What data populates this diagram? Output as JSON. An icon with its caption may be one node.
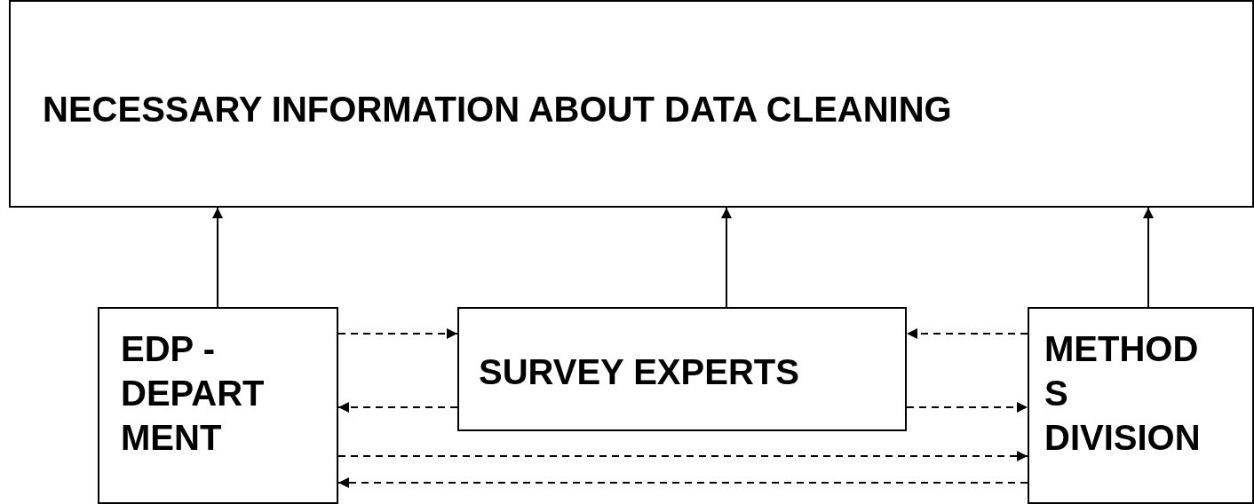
{
  "diagram": {
    "nodes": [
      {
        "text": [
          "NECESSARY INFORMATION ABOUT DATA CLEANING"
        ]
      },
      {
        "text": [
          "EDP - DEPART MENT"
        ]
      },
      {
        "text": [
          "SURVEY EXPERTS"
        ]
      },
      {
        "text": [
          "METHOD S DIVISION"
        ]
      }
    ],
    "edges": [
      {
        "from": 1,
        "to": 0,
        "arrow": "to"
      },
      {
        "from": 2,
        "to": 0,
        "arrow": "to"
      },
      {
        "from": 3,
        "to": 0,
        "arrow": "to"
      },
      {
        "from": 1,
        "to": 2,
        "arrow": "to",
        "style": "dashed"
      },
      {
        "from": 2,
        "to": 1,
        "arrow": "to",
        "style": "dashed"
      },
      {
        "from": 3,
        "to": 2,
        "arrow": "to",
        "style": "dashed"
      },
      {
        "from": 2,
        "to": 3,
        "arrow": "to",
        "style": "dashed"
      },
      {
        "from": 1,
        "to": 3,
        "arrow": "to",
        "style": "dashed"
      },
      {
        "from": 3,
        "to": 1,
        "arrow": "to",
        "style": "dashed"
      }
    ]
  }
}
